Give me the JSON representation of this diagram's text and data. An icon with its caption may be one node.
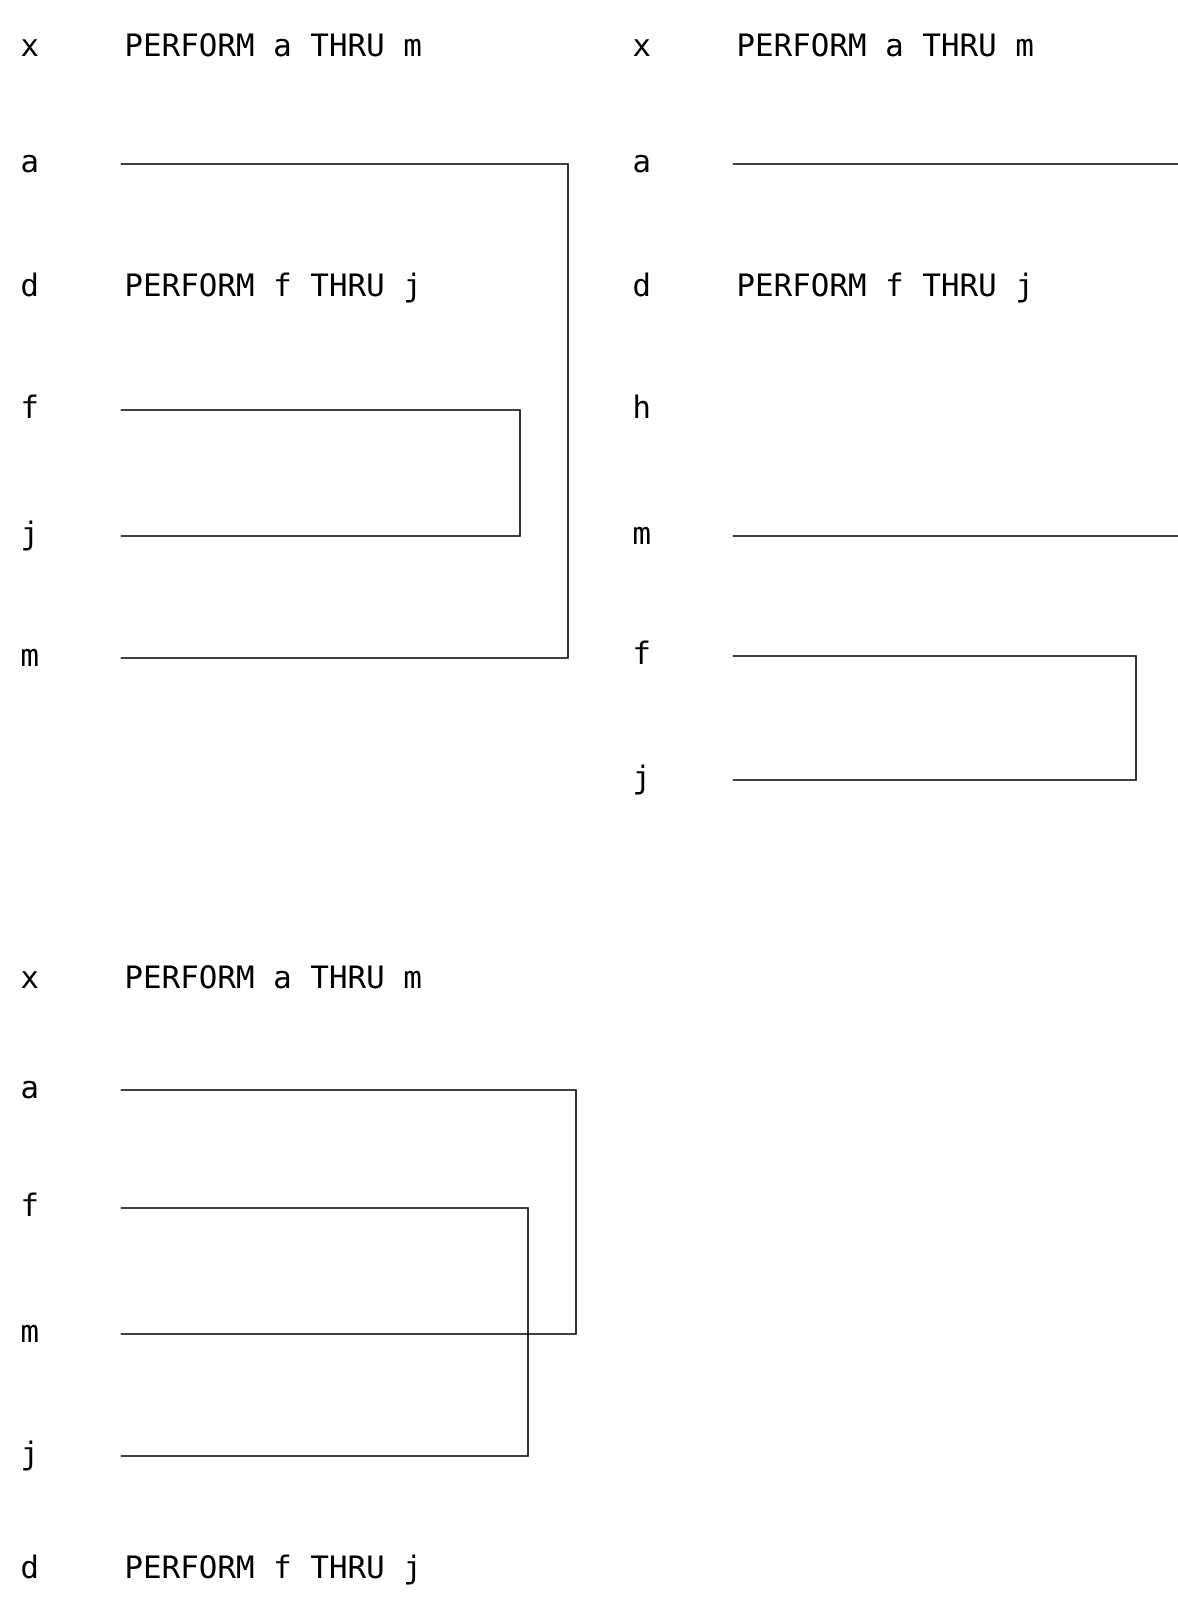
{
  "diagram": {
    "nodes": [
      {
        "text": [
          "x"
        ],
        "beside": [
          "PERFORM a THRU m"
        ]
      },
      {
        "text": [
          "a"
        ]
      },
      {
        "text": [
          "d"
        ],
        "beside": [
          "PERFORM f THRU j"
        ]
      },
      {
        "text": [
          "f"
        ]
      },
      {
        "text": [
          "j"
        ]
      },
      {
        "text": [
          "m"
        ]
      },
      {
        "text": [
          "x"
        ],
        "beside": [
          "PERFORM a THRU m"
        ]
      },
      {
        "text": [
          "a"
        ]
      },
      {
        "text": [
          "d"
        ],
        "beside": [
          "PERFORM f THRU j"
        ]
      },
      {
        "text": [
          "h"
        ]
      },
      {
        "text": [
          "m"
        ]
      },
      {
        "text": [
          "f"
        ]
      },
      {
        "text": [
          "j"
        ]
      },
      {
        "text": [
          "x"
        ],
        "beside": [
          "PERFORM a THRU m"
        ]
      },
      {
        "text": [
          "a"
        ]
      },
      {
        "text": [
          "f"
        ]
      },
      {
        "text": [
          "m"
        ]
      },
      {
        "text": [
          "j"
        ]
      },
      {
        "text": [
          "d"
        ],
        "beside": [
          "PERFORM f THRU j"
        ]
      }
    ],
    "edges": [
      {
        "from": 1,
        "to": 5,
        "arrow": "none"
      },
      {
        "from": 3,
        "to": 4,
        "arrow": "none"
      },
      {
        "from": 7,
        "to": null,
        "arrow": "none"
      },
      {
        "from": 10,
        "to": null,
        "arrow": "none"
      },
      {
        "from": 11,
        "to": 12,
        "arrow": "none"
      },
      {
        "from": 14,
        "to": 16,
        "arrow": "none"
      },
      {
        "from": 15,
        "to": 17,
        "arrow": "none"
      }
    ]
  }
}
